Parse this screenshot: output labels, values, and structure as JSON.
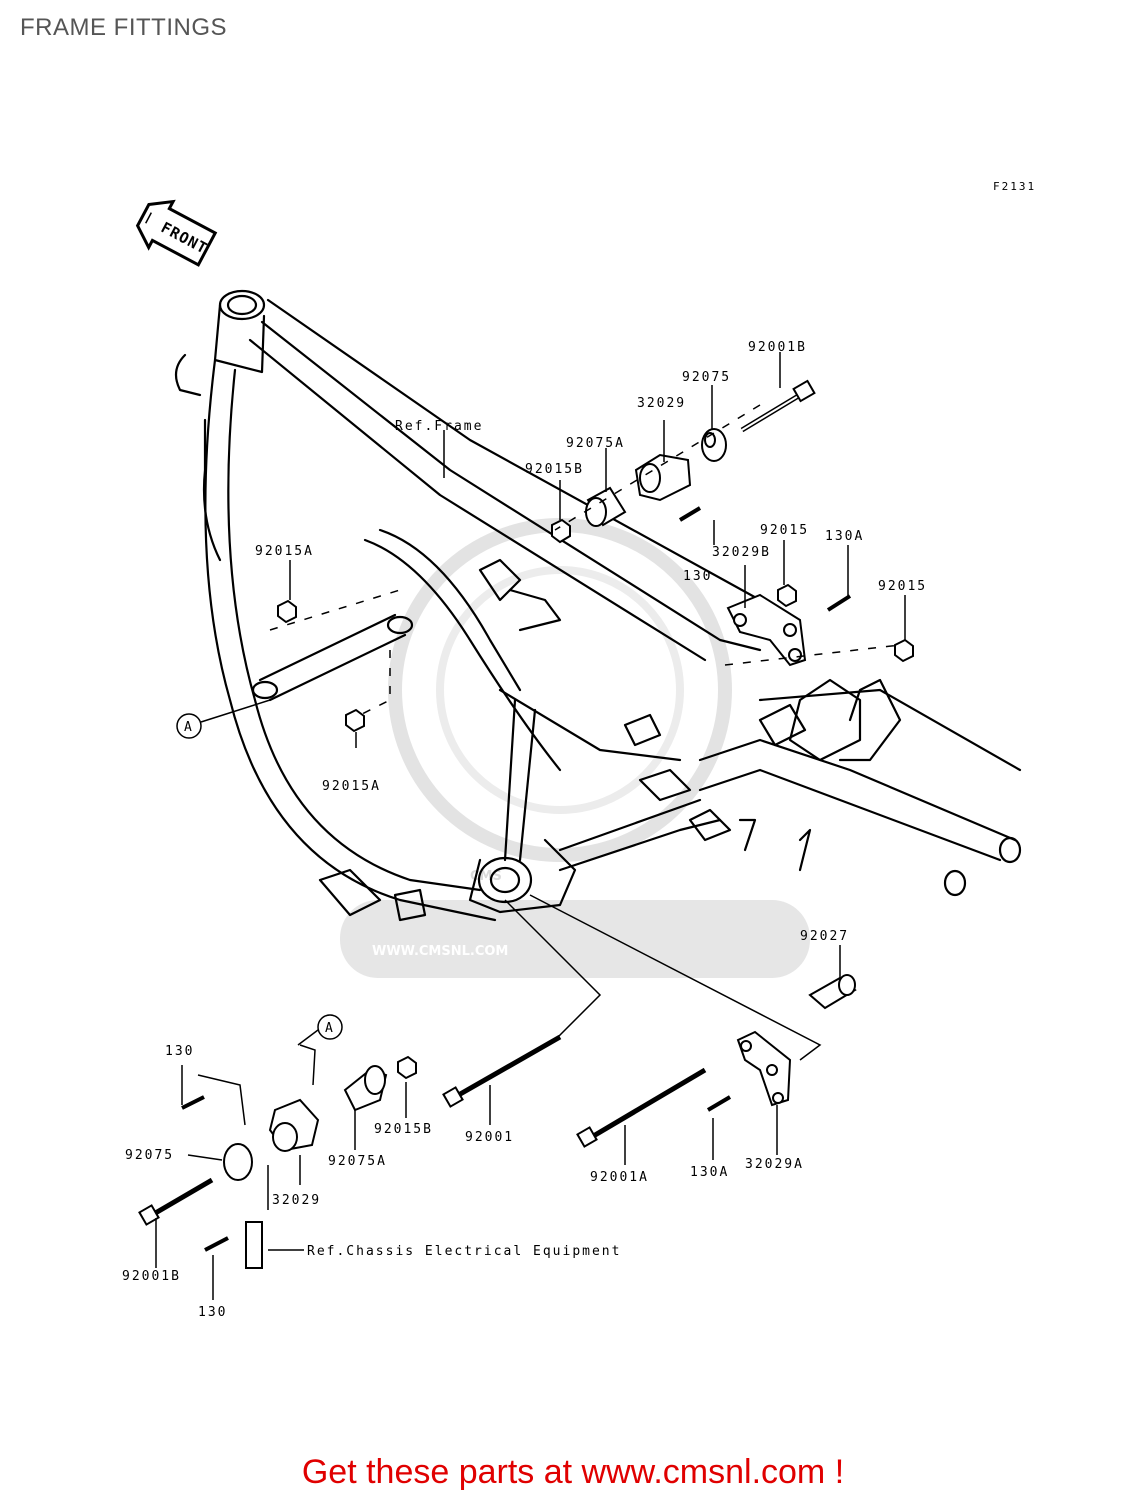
{
  "title": "FRAME FITTINGS",
  "figure_code": "F2131",
  "front_arrow_label": "FRONT",
  "watermark": {
    "badge": "CMS",
    "url": "WWW.CMSNL.COM"
  },
  "callouts": {
    "ref_frame": "Ref.Frame",
    "ref_chassis": "Ref.Chassis Electrical Equipment",
    "marker_a": "A"
  },
  "part_labels": {
    "p92001b_top": "92001B",
    "p92075_top": "92075",
    "p32029_top": "32029",
    "p92075a_top": "92075A",
    "p92015b_top": "92015B",
    "p130_top": "130",
    "p32029b": "32029B",
    "p92015_a": "92015",
    "p130a_top": "130A",
    "p92015_b": "92015",
    "p92015a_top": "92015A",
    "p92015a_mid": "92015A",
    "p92027": "92027",
    "p130_left": "130",
    "p92015b_bot": "92015B",
    "p92001": "92001",
    "p92075_bot": "92075",
    "p92075a_bot": "92075A",
    "p32029_bot": "32029",
    "p92001a": "92001A",
    "p130a_bot": "130A",
    "p32029a": "32029A",
    "p92001b_bot": "92001B",
    "p130_bot": "130"
  },
  "footer": "Get these parts at www.cmsnl.com !",
  "colors": {
    "footer": "#e00000",
    "title": "#555555",
    "line": "#000000",
    "watermark": "#d9d9d9"
  }
}
